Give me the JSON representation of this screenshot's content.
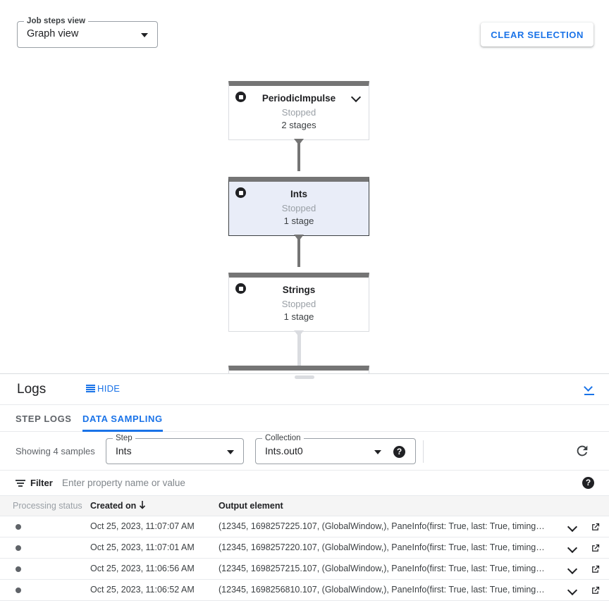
{
  "graph": {
    "view_select": {
      "label": "Job steps view",
      "value": "Graph view"
    },
    "clear_button": "CLEAR SELECTION",
    "nodes": [
      {
        "title": "PeriodicImpulse",
        "status": "Stopped",
        "stages": "2 stages",
        "selected": false,
        "has_chevron": true
      },
      {
        "title": "Ints",
        "status": "Stopped",
        "stages": "1 stage",
        "selected": true,
        "has_chevron": false
      },
      {
        "title": "Strings",
        "status": "Stopped",
        "stages": "1 stage",
        "selected": false,
        "has_chevron": false
      }
    ]
  },
  "logs": {
    "title": "Logs",
    "hide_label": "HIDE",
    "tabs": [
      {
        "label": "STEP LOGS",
        "active": false
      },
      {
        "label": "DATA SAMPLING",
        "active": true
      }
    ],
    "sampling": {
      "showing_text": "Showing 4 samples",
      "step_field": {
        "label": "Step",
        "value": "Ints"
      },
      "collection_field": {
        "label": "Collection",
        "value": "Ints.out0"
      },
      "help_glyph": "?"
    },
    "filter": {
      "label": "Filter",
      "placeholder": "Enter property name or value",
      "value": "",
      "help_glyph": "?"
    },
    "table": {
      "columns": [
        "Processing status",
        "Created on",
        "Output element"
      ],
      "sorted_column": "Created on",
      "sort_direction": "descending",
      "rows": [
        {
          "created_on": "Oct 25, 2023, 11:07:07 AM",
          "output_element": "(12345, 1698257225.107, (GlobalWindow,), PaneInfo(first: True, last: True, timing…"
        },
        {
          "created_on": "Oct 25, 2023, 11:07:01 AM",
          "output_element": "(12345, 1698257220.107, (GlobalWindow,), PaneInfo(first: True, last: True, timing…"
        },
        {
          "created_on": "Oct 25, 2023, 11:06:56 AM",
          "output_element": "(12345, 1698257215.107, (GlobalWindow,), PaneInfo(first: True, last: True, timing…"
        },
        {
          "created_on": "Oct 25, 2023, 11:06:52 AM",
          "output_element": "(12345, 1698256810.107, (GlobalWindow,), PaneInfo(first: True, last: True, timing…"
        }
      ]
    }
  },
  "colors": {
    "accent_blue": "#1a73e8",
    "node_bar": "#757575",
    "node_selected_fill": "#e9edf8",
    "text_primary": "#202124",
    "text_muted": "#9aa0a6"
  }
}
